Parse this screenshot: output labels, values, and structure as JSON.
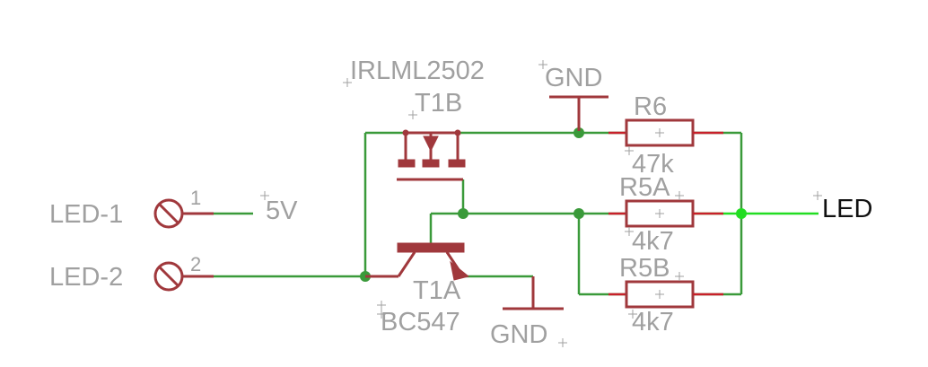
{
  "labels": {
    "led1": "LED-1",
    "led2": "LED-2",
    "pin1": "1",
    "pin2": "2",
    "supply": "5V",
    "gnd_top": "GND",
    "gnd_bottom": "GND",
    "t1b_part": "IRLML2502",
    "t1b_name": "T1B",
    "t1a_name": "T1A",
    "t1a_part": "BC547",
    "r6_name": "R6",
    "r6_value": "47k",
    "r5a_name": "R5A",
    "r5a_value": "4k7",
    "r5b_name": "R5B",
    "r5b_value": "4k7",
    "led_net": "LED"
  },
  "colors": {
    "wire": "#3a9a3a",
    "wire_highlight": "#22dd22",
    "component": "#a0383c",
    "pin_stub": "#c8202a",
    "label": "#a0a0a0",
    "net_label": "#111111"
  }
}
